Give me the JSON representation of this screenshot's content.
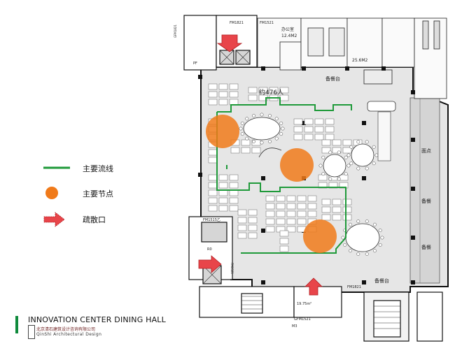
{
  "title": {
    "main": "INNOVATION CENTER DINING HALL",
    "firm_cn": "北京清石建筑设计咨询有限公司",
    "firm_en": "QinShi Architectural Design"
  },
  "legend": [
    {
      "label": "主要流线",
      "icon": "green-line",
      "color": "#1f9a3a"
    },
    {
      "label": "主要节点",
      "icon": "orange-circle",
      "color": "#f07a1a"
    },
    {
      "label": "疏散口",
      "icon": "red-arrow",
      "color": "#e8454a"
    }
  ],
  "plan_labels": {
    "capacity": "约476人",
    "office": "办公室",
    "office_area": "12.4M2",
    "area_25": "25.6M2",
    "room_area_19": "19.75m²",
    "counter_top": "备餐台",
    "counter_bottom": "备餐台",
    "side_1": "面点",
    "side_2": "备餐",
    "side_3": "备餐",
    "door_fm1821_a": "FM1821",
    "door_fm1521_a": "FM1521",
    "door_gfm1821": "GFM1821",
    "door_fm1515": "FM1515乙",
    "door_fm1821_b": "FM1821",
    "door_gfm1521": "GFM1521",
    "door_fm1521_b": "FM1521",
    "door_m3": "M3",
    "door_pf": "PF",
    "door_r0": "R0"
  },
  "colors": {
    "flow": "#1f9a3a",
    "node": "#f07a1a",
    "exit": "#e8454a",
    "floor": "#e6e6e6",
    "wall": "#111111",
    "brand": "#0f8a3c"
  }
}
